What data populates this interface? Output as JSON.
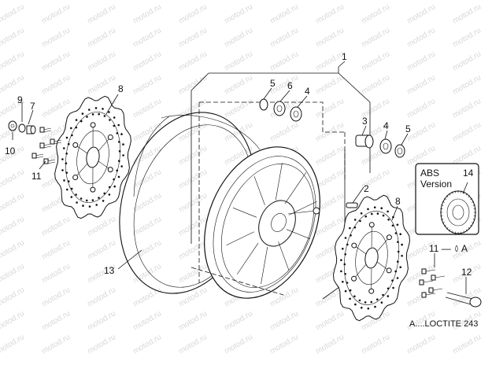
{
  "diagram": {
    "watermark_text": "motod.ru",
    "callouts": [
      "1",
      "2",
      "3",
      "4",
      "5",
      "6",
      "4",
      "5",
      "8",
      "9",
      "7",
      "10",
      "11",
      "8",
      "11",
      "12",
      "13",
      "14"
    ],
    "abs_box": {
      "line1": "ABS",
      "line2": "Version",
      "number": "14"
    },
    "callout_11_note": "11 —",
    "callout_11_symbol": "A",
    "footer_note": "A....LOCTITE 243"
  }
}
